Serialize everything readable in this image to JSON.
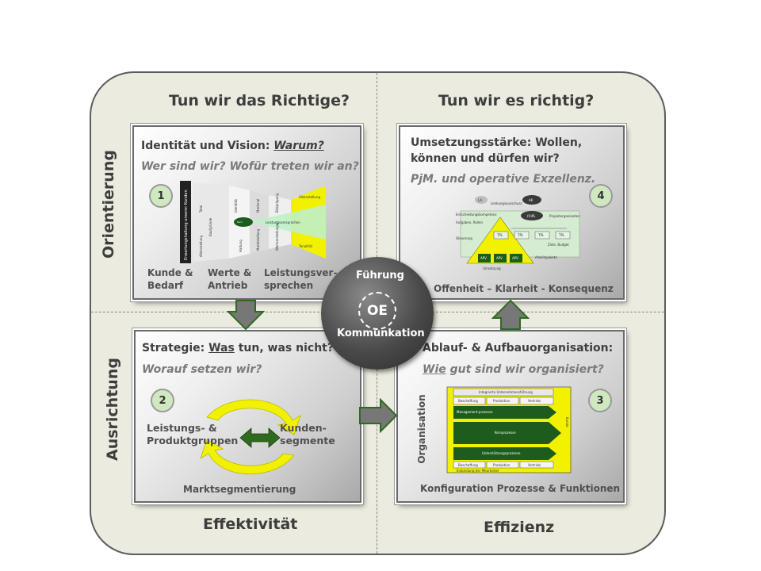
{
  "quadrants": {
    "top_left": "Tun wir das Richtige?",
    "top_right": "Tun wir es richtig?",
    "bottom_left": "Effektivität",
    "bottom_right": "Effizienz"
  },
  "side_labels": {
    "upper": "Orientierung",
    "lower": "Ausrichtung"
  },
  "panel1": {
    "number": "1",
    "heading_prefix": "Identität und Vision: ",
    "heading_emph": "Warum?",
    "subheading": "Wer sind wir? Wofür treten wir an?",
    "col1": [
      "Kunde &",
      "Bedarf"
    ],
    "col2": [
      "Werte &",
      "Antrieb"
    ],
    "col3": [
      "Leistungsver-",
      "sprechen"
    ],
    "mini": {
      "bar": "Erwartungshaltung unserer Kunden",
      "kaufgruende": "Kaufgründe",
      "leistungsversprechen": "Leistungsversprechen",
      "total": "Total",
      "alleinstellung": "Alleinstellung",
      "markt": "Marktstellung",
      "ident": "Identität",
      "haltung": "Haltung",
      "bild": "Bildprägung",
      "merkmal": "Merkmal",
      "kern": "Kern",
      "werte": "Wertvorstellungen",
      "y1": "Alleinstellung",
      "y2": "Tonalität"
    }
  },
  "panel2": {
    "number": "2",
    "heading_prefix": "Strategie: ",
    "heading_u": "Was",
    "heading_suffix": " tun, was nicht?",
    "subheading": "Worauf setzen wir?",
    "left": [
      "Leistungs- &",
      "Produktgruppen"
    ],
    "right": [
      "Kunden-",
      "segmente"
    ],
    "bottom": "Marktsegmentierung"
  },
  "panel3": {
    "number": "3",
    "heading": "Ablauf- & Aufbauorganisation:",
    "sub_u": "Wie",
    "sub_rest": " gut sind wir organisiert?",
    "vertical": "Organisation",
    "bottom": "Konfiguration Prozesse & Funktionen",
    "mini": {
      "top_bar": "Integrierte Unternehmensführung",
      "row_a": [
        "Beschaffung",
        "Produktion",
        "Vertrieb"
      ],
      "mgmt": "Management-prozesse",
      "core": "Kernprozesse",
      "support": "Unterstützungsprozesse",
      "footer": "Einbindung der Mitarbeiter",
      "kunde": "Kunde"
    }
  },
  "panel4": {
    "number": "4",
    "heading_line1": "Umsetzungsstärke: Wollen,",
    "heading_line2": "können  und dürfen wir?",
    "subheading": "PjM. und operative Exzellenz.",
    "bottom": "Offenheit – Klarheit - Konsequenz",
    "mini": {
      "la": "LA",
      "ak": "AK",
      "vpl": "(V)PL",
      "tpl": [
        "TPL",
        "TPL",
        "TPL",
        "TPL"
      ],
      "apv": [
        "APV",
        "APV",
        "APV"
      ],
      "note1": "Entscheidungskompetenz",
      "note2": "Projektorganisation",
      "note3": "Arbeitspakete",
      "note4": "Lenkungsausschuss",
      "note5": "Aufgaben, Rollen",
      "note6": "Steuerung",
      "note7": "Ziele, Budget",
      "note8": "Umsetzung"
    }
  },
  "hub": {
    "top": "Führung",
    "center": "OE",
    "bottom": "Kommunkation"
  },
  "colors": {
    "yellow": "#f2f200",
    "green": "#2e6b1e",
    "arrow_gray": "#777777",
    "badge_green": "#cfe8c0"
  }
}
